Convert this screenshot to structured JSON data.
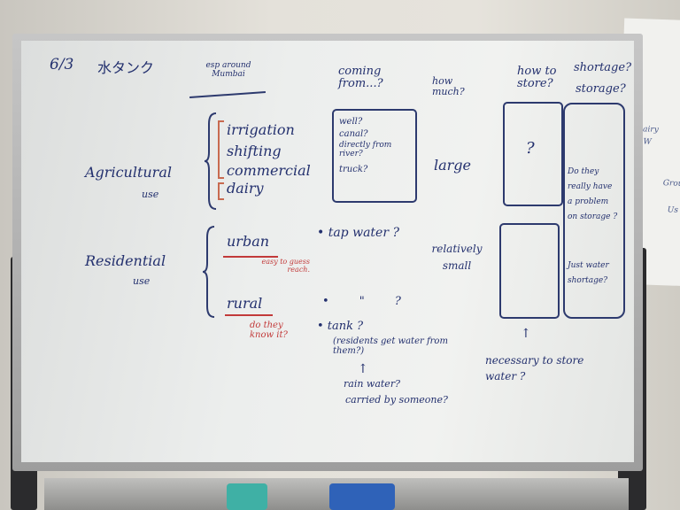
{
  "header": {
    "date": "6/3",
    "title_jp": "水タンク",
    "note": "esp around Mumbai"
  },
  "columns": {
    "coming_from": "coming from...?",
    "how_much": "how much?",
    "how_to_store": "how to store?",
    "shortage_1": "shortage?",
    "shortage_2": "storage?"
  },
  "agricultural": {
    "label": "Agricultural",
    "sub": "use",
    "items": [
      "irrigation",
      "shifting",
      "commercial",
      "dairy"
    ],
    "sources": [
      "well?",
      "canal?",
      "directly from river?",
      "truck?"
    ],
    "amount": "large",
    "store_mark": "?"
  },
  "residential": {
    "label": "Residential",
    "sub": "use",
    "urban": "urban",
    "urban_note": "easy to guess reach.",
    "rural": "rural",
    "rural_note": "do they know it?",
    "tap": "• tap water ?",
    "ditto": "•   \"     ?",
    "tank": "• tank ?",
    "tank_note": "(residents get water from them?)",
    "arrow": "↑",
    "rain": "rain water?",
    "carried": "carried by someone?",
    "amount": "relatively small",
    "necessary": "necessary to store water ?"
  },
  "side_box": {
    "q1": "Do they really have a problem on storage ?",
    "q2": "Just water shortage?"
  },
  "right_paper": [
    "Dairy",
    "W",
    "Groun",
    "Us"
  ]
}
